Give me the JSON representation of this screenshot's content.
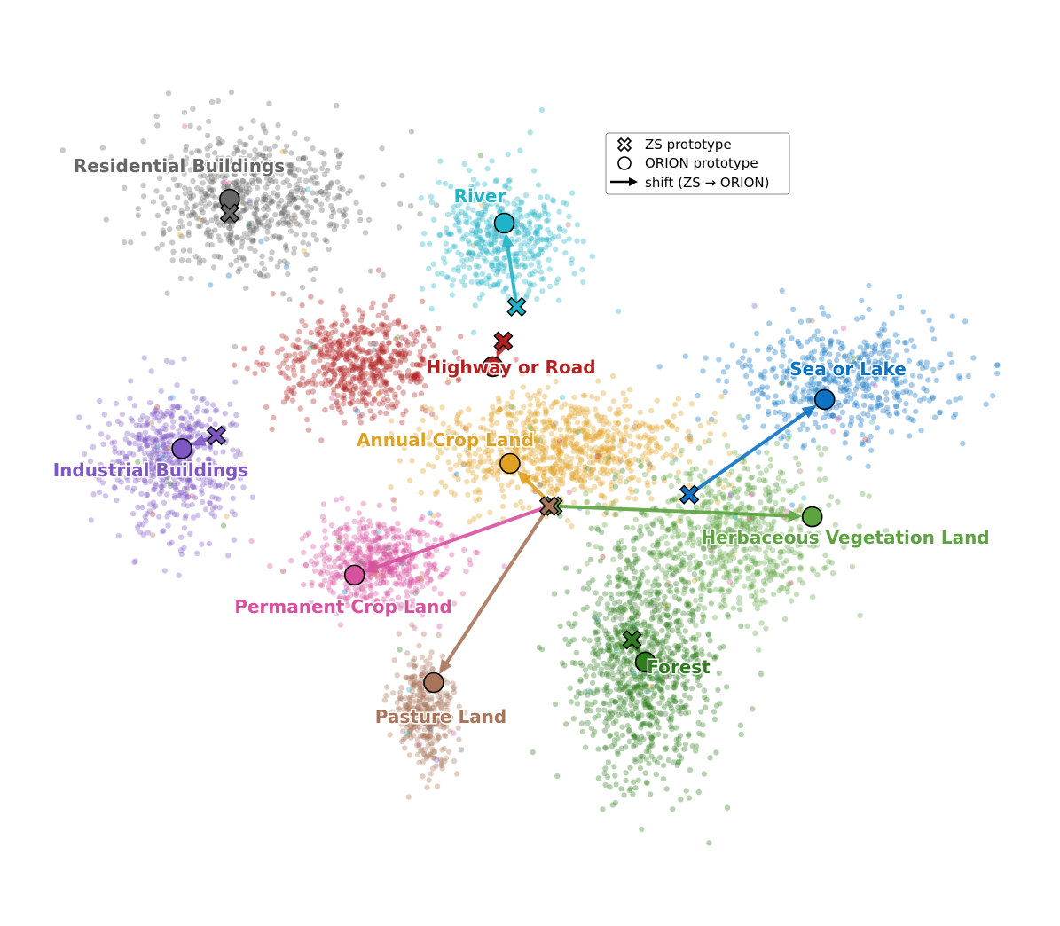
{
  "chart_data": {
    "type": "scatter",
    "title": "",
    "xlabel": "",
    "ylabel": "",
    "axes_visible": false,
    "grid": false,
    "legend_placement": "upper-center",
    "legend": [
      {
        "marker": "x-filled",
        "label": "ZS prototype"
      },
      {
        "marker": "circle-open",
        "label": "ORION prototype"
      },
      {
        "marker": "arrow",
        "label": "shift (ZS → ORION)"
      }
    ],
    "xlim": [
      0,
      100
    ],
    "ylim": [
      0,
      100
    ],
    "classes": [
      {
        "name": "Residential Buildings",
        "color": "#666666",
        "zs": [
          18.5,
          80.5
        ],
        "orion": [
          18.5,
          82.2
        ],
        "cluster": {
          "center": [
            21,
            82
          ],
          "spread": [
            10,
            8
          ],
          "count": 650
        }
      },
      {
        "name": "River",
        "color": "#20b2c6",
        "zs": [
          48.6,
          69.1
        ],
        "orion": [
          47.3,
          79.3
        ],
        "cluster": {
          "center": [
            47,
            78
          ],
          "spread": [
            6.5,
            7
          ],
          "count": 450
        }
      },
      {
        "name": "Highway or Road",
        "color": "#b22222",
        "zs": [
          47.2,
          64.9
        ],
        "orion": [
          46.1,
          61.8
        ],
        "cluster": {
          "center": [
            32,
            62
          ],
          "spread": [
            8,
            5.5
          ],
          "count": 600
        }
      },
      {
        "name": "Sea or Lake",
        "color": "#0b72c4",
        "zs": [
          66.7,
          46.2
        ],
        "orion": [
          80.9,
          57.8
        ],
        "cluster": {
          "center": [
            83,
            60
          ],
          "spread": [
            11,
            7
          ],
          "count": 500
        }
      },
      {
        "name": "Industrial Buildings",
        "color": "#7e57c2",
        "zs": [
          17.1,
          53.4
        ],
        "orion": [
          13.5,
          51.8
        ],
        "cluster": {
          "center": [
            12.5,
            50.5
          ],
          "spread": [
            6,
            7.5
          ],
          "count": 550
        }
      },
      {
        "name": "Annual Crop Land",
        "color": "#e0a020",
        "zs": [
          52.4,
          44.8
        ],
        "orion": [
          47.9,
          50.0
        ],
        "cluster": {
          "center": [
            53,
            52
          ],
          "spread": [
            12,
            6
          ],
          "count": 850
        }
      },
      {
        "name": "Herbaceous Vegetation Land",
        "color": "#5da33f",
        "zs": [
          52.4,
          44.8
        ],
        "orion": [
          79.6,
          43.5
        ],
        "cluster": {
          "center": [
            71,
            41
          ],
          "spread": [
            9,
            9
          ],
          "count": 700
        }
      },
      {
        "name": "Permanent Crop Land",
        "color": "#d6519e",
        "zs": [
          52.0,
          44.8
        ],
        "orion": [
          31.6,
          36.4
        ],
        "cluster": {
          "center": [
            34,
            38
          ],
          "spread": [
            7,
            5
          ],
          "count": 550
        }
      },
      {
        "name": "Pasture Land",
        "color": "#a8755a",
        "zs": [
          52.0,
          44.8
        ],
        "orion": [
          39.9,
          23.3
        ],
        "cluster": {
          "center": [
            39,
            20
          ],
          "spread": [
            3,
            6.5
          ],
          "count": 350
        }
      },
      {
        "name": "Forest",
        "color": "#2e7d1e",
        "zs": [
          60.7,
          28.5
        ],
        "orion": [
          62.1,
          25.8
        ],
        "cluster": {
          "center": [
            62,
            26
          ],
          "spread": [
            6.5,
            13
          ],
          "count": 1000
        }
      }
    ]
  }
}
